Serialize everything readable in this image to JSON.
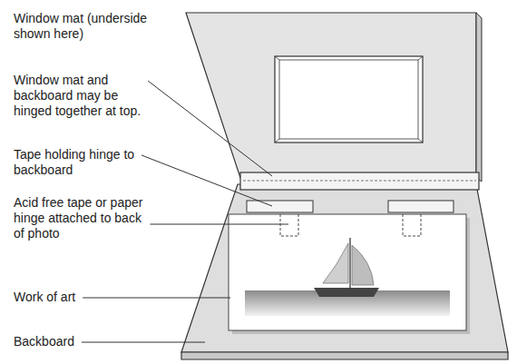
{
  "diagram": {
    "labels": [
      "Window mat (underside shown here)",
      "Window mat and backboard may be hinged together at top.",
      "Tape holding hinge to backboard",
      "Acid free tape or paper hinge attached to back of photo",
      "Work of art",
      "Backboard"
    ]
  }
}
